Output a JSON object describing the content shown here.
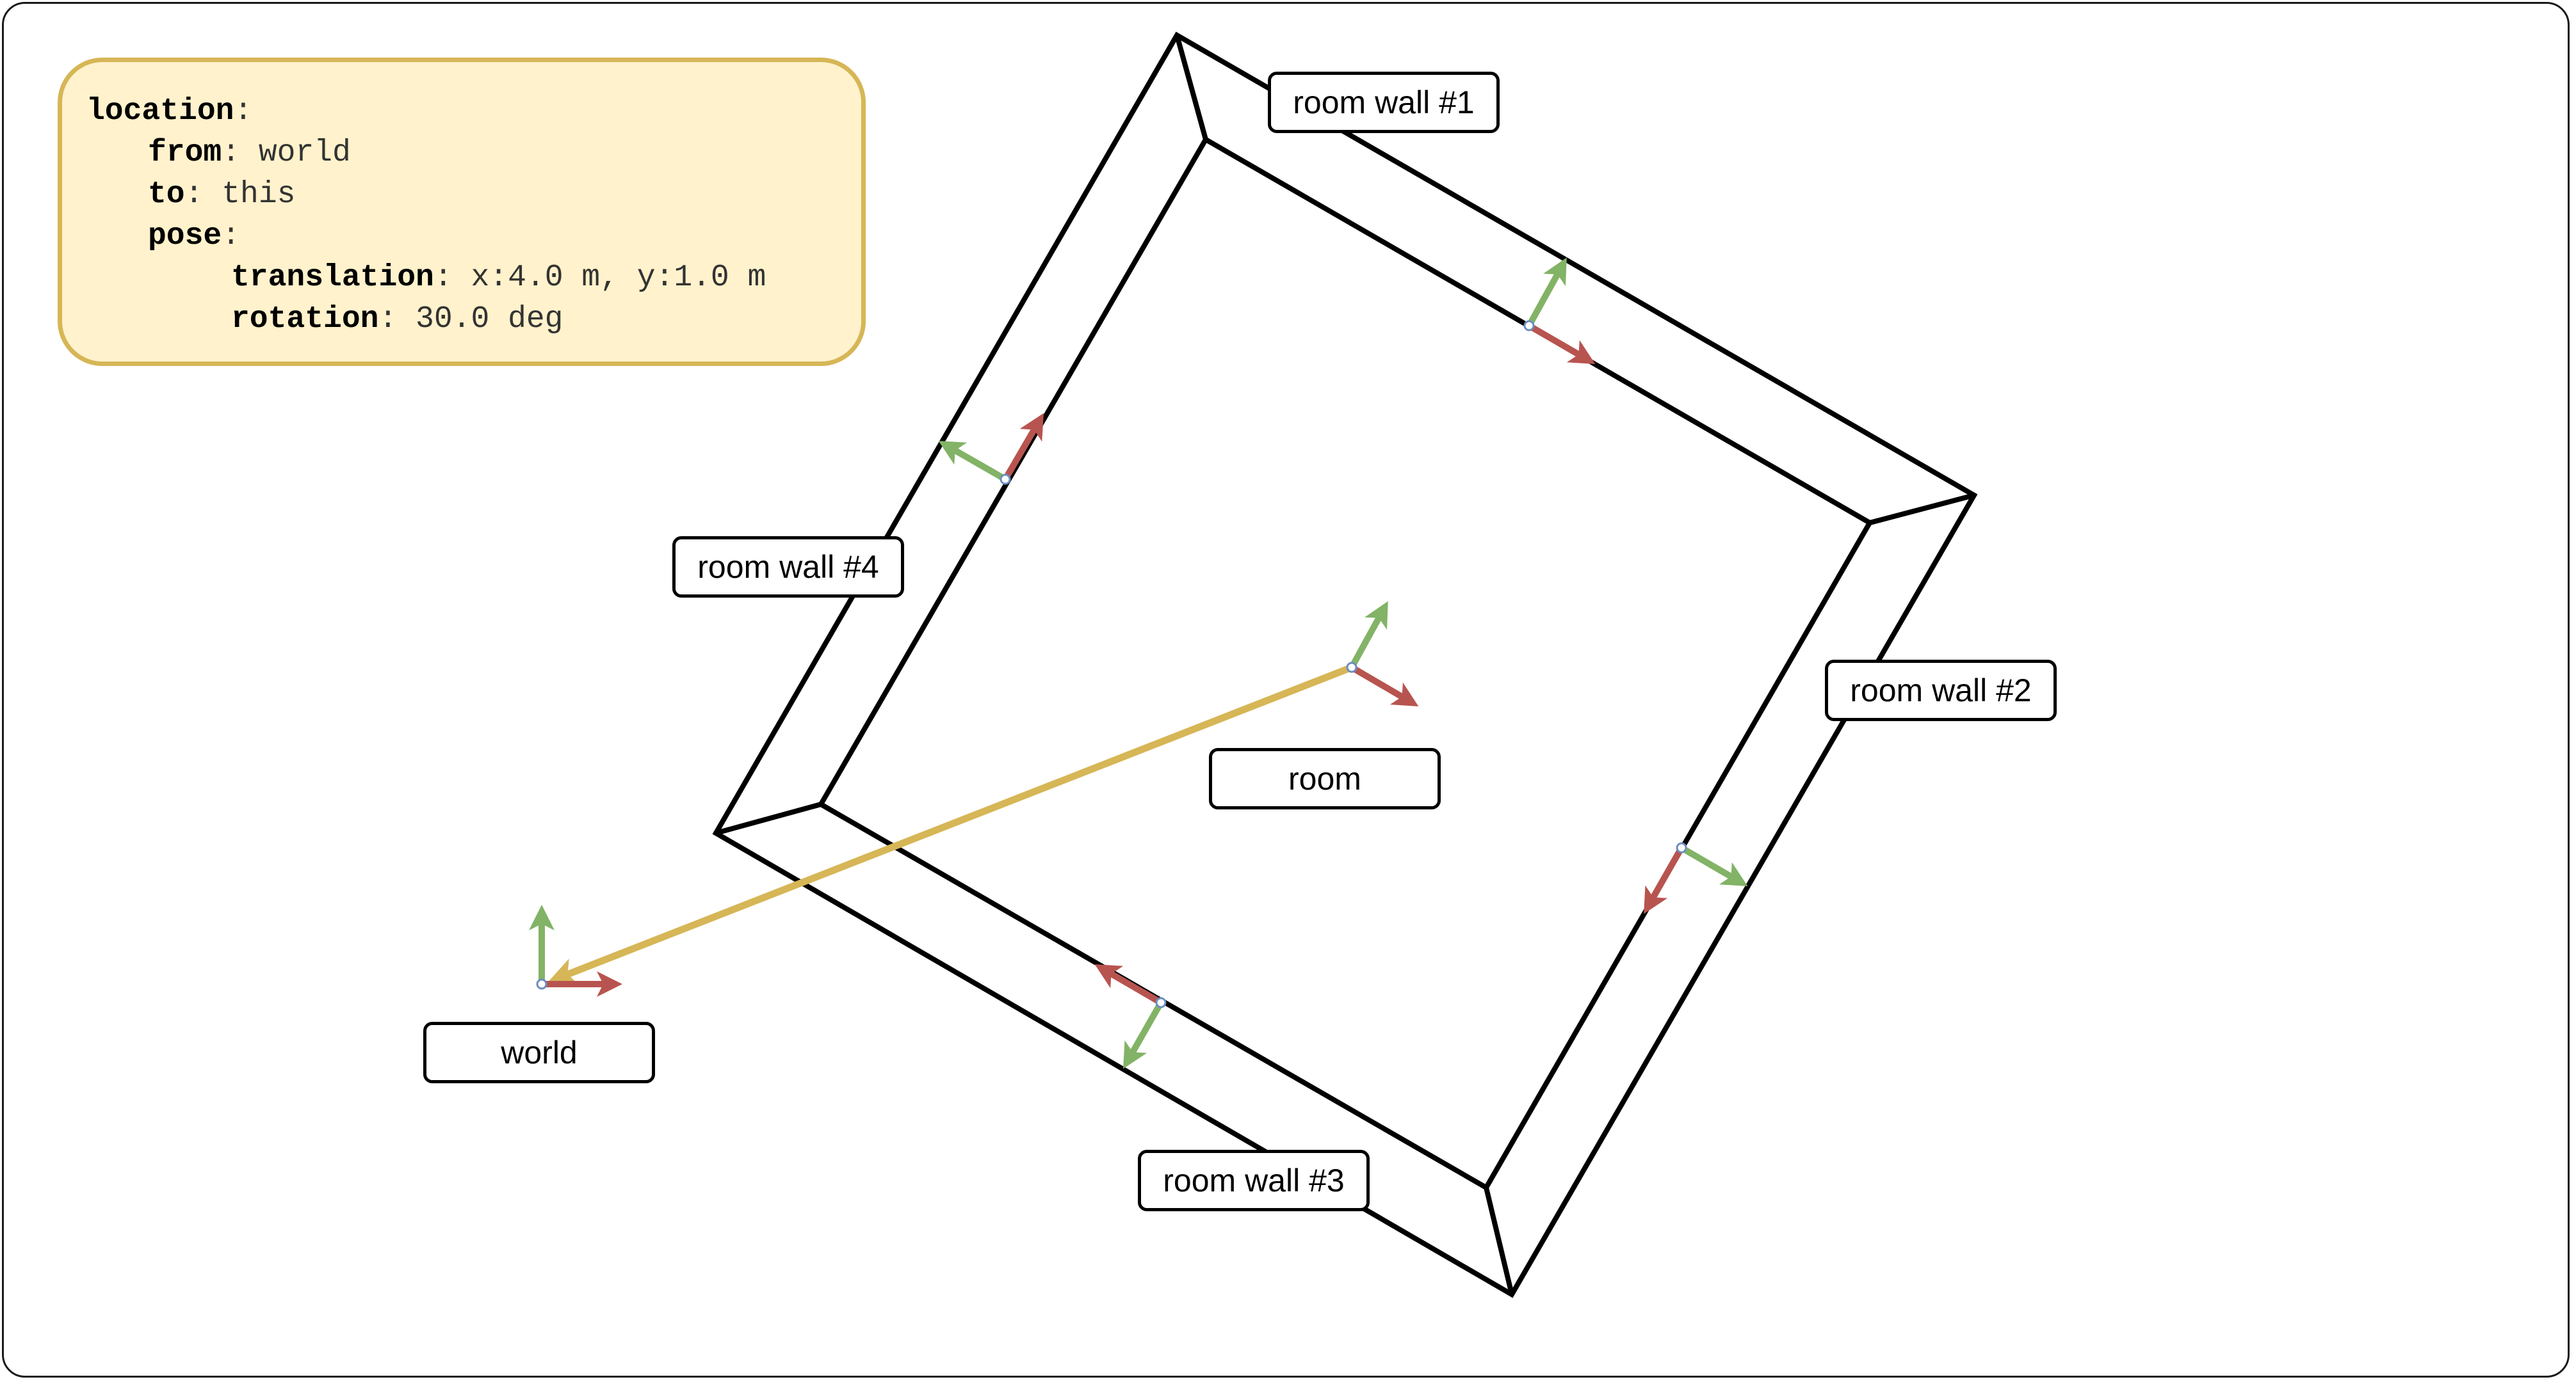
{
  "labels": {
    "wall1": "room wall #1",
    "wall2": "room wall #2",
    "wall3": "room wall #3",
    "wall4": "room wall #4",
    "room": "room",
    "world": "world"
  },
  "info": {
    "location_key": "location",
    "from_key": "from",
    "from_value": "world",
    "to_key": "to",
    "to_value": "this",
    "pose_key": "pose",
    "translation_key": "translation",
    "translation_value": "x:4.0 m, y:1.0 m",
    "rotation_key": "rotation",
    "rotation_value": "30.0 deg"
  },
  "colors": {
    "x_axis": "#b85450",
    "y_axis": "#82b366",
    "link": "#d6b656",
    "info_fill": "#fff2cc",
    "info_border": "#d6b656"
  }
}
